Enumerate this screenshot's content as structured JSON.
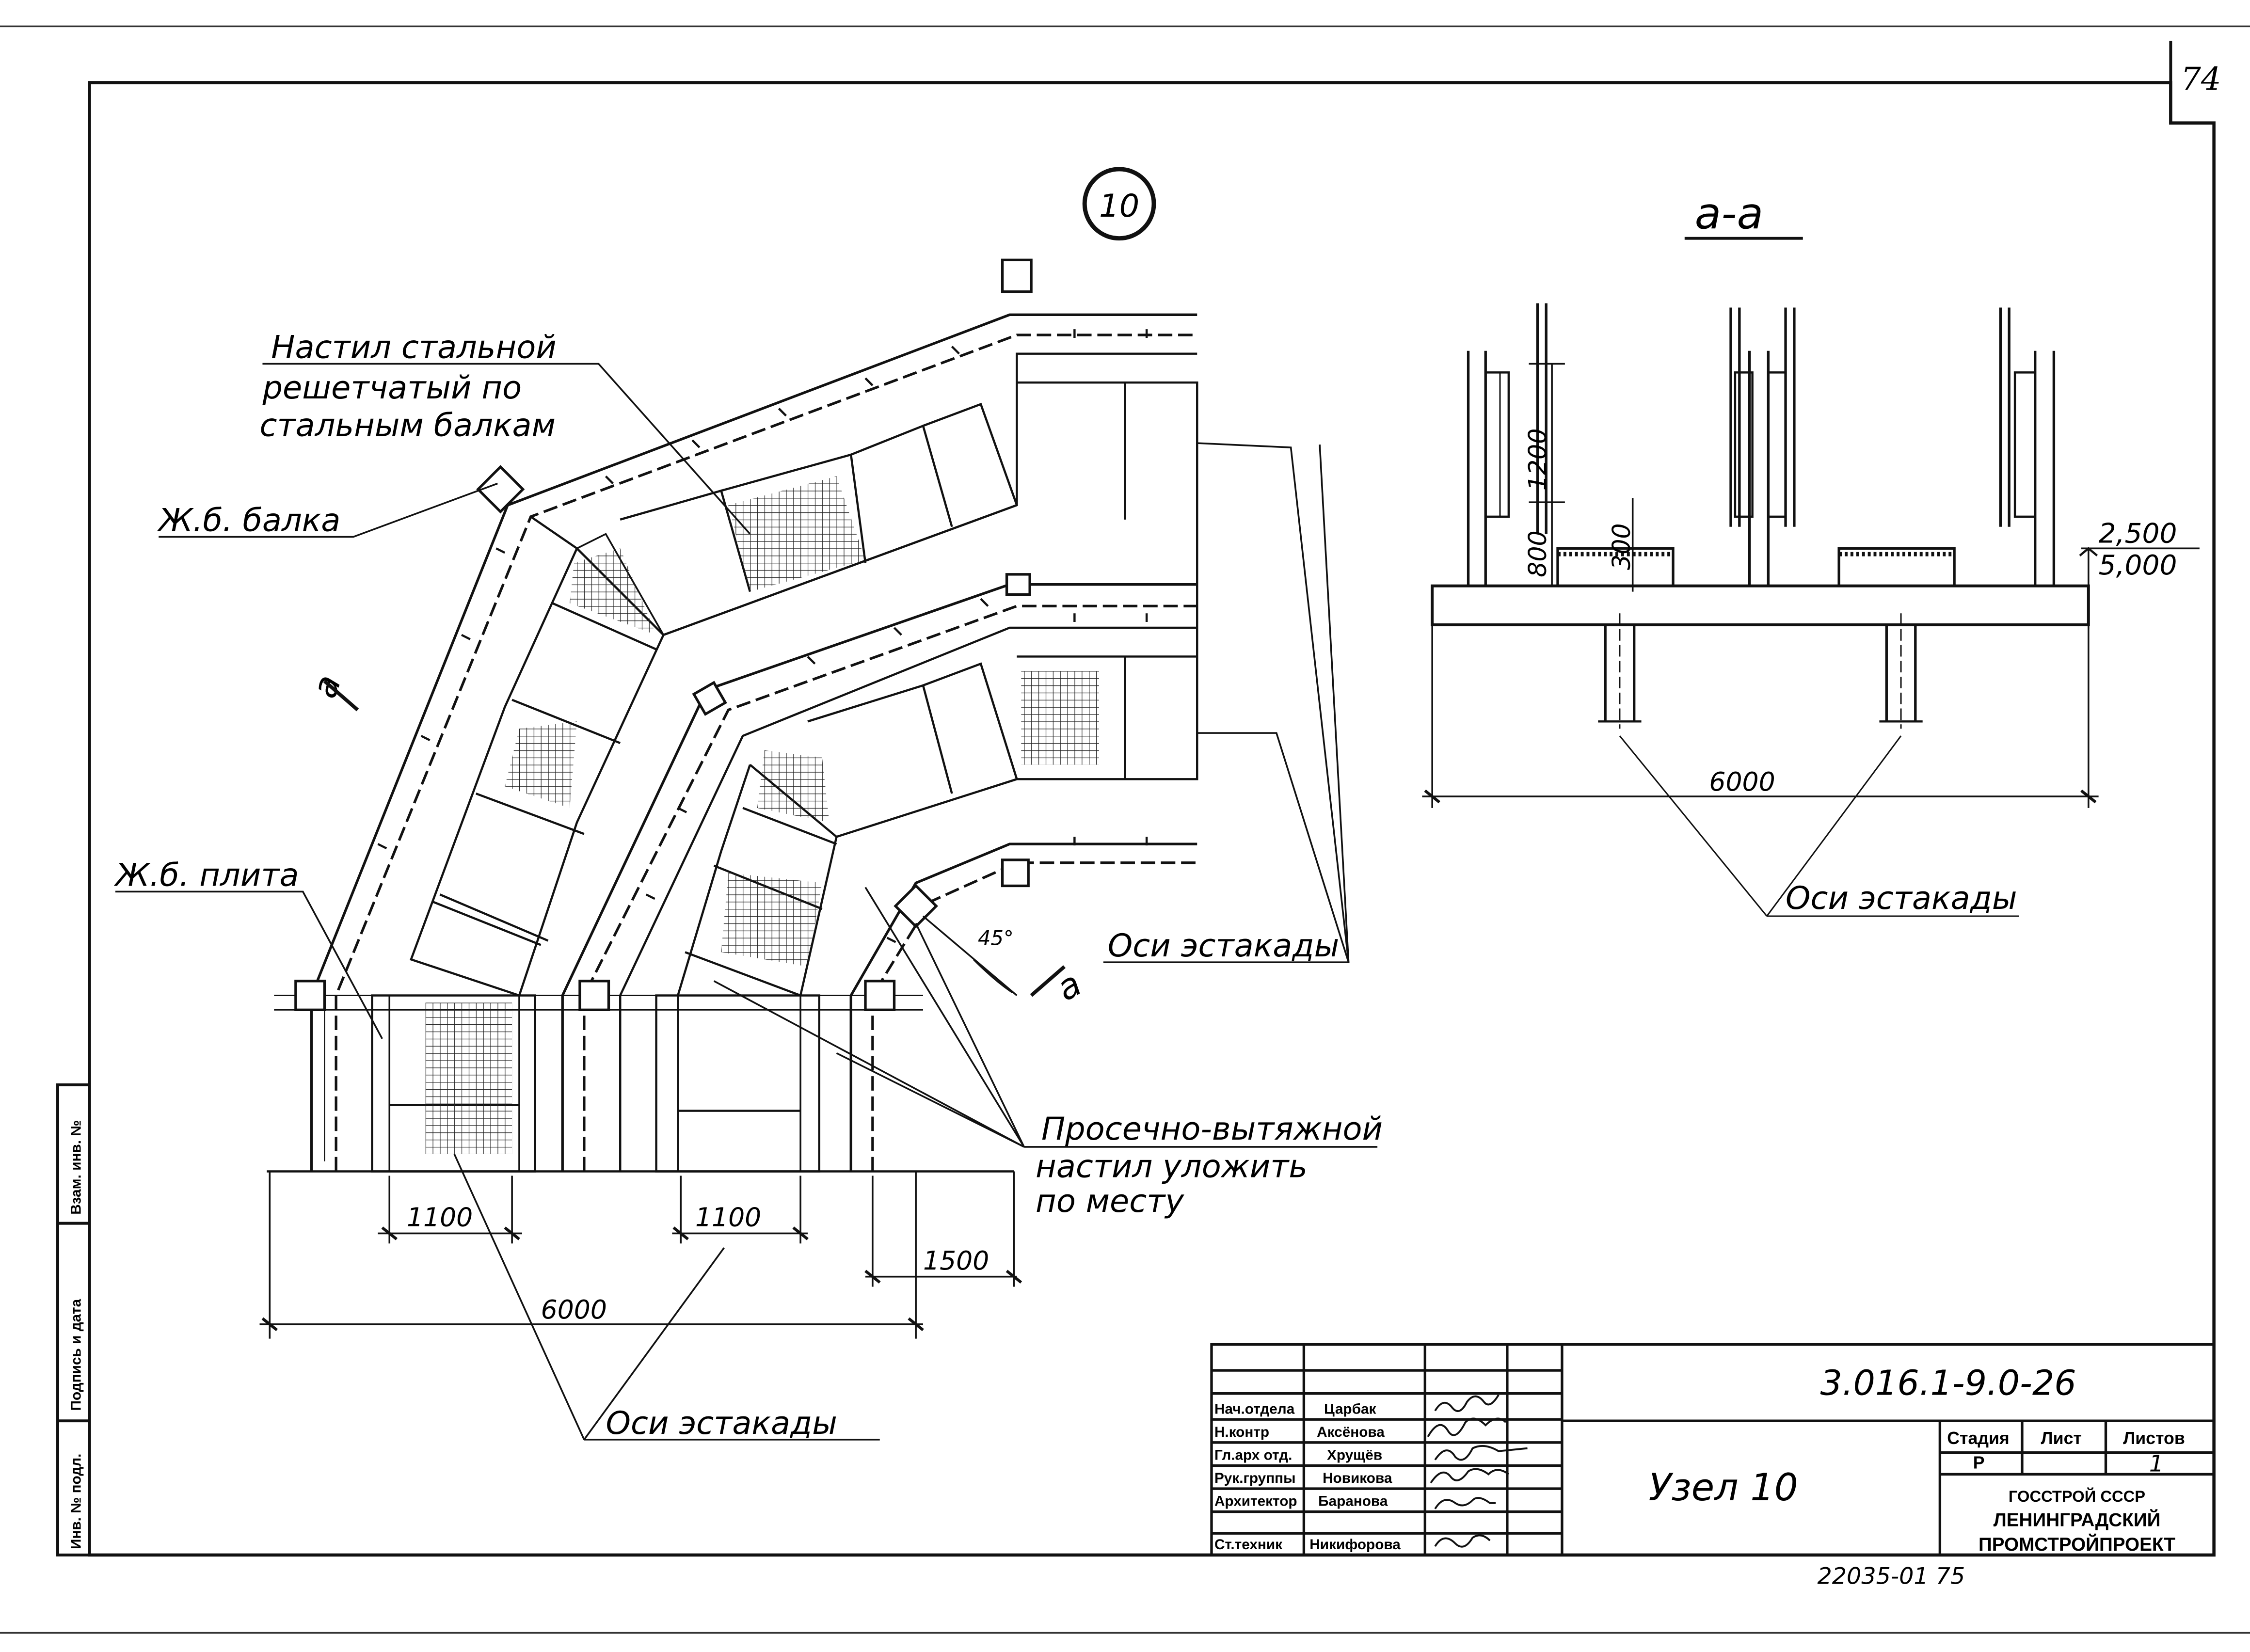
{
  "sheet_number": "74",
  "node_circle": "10",
  "section_title": "а-а",
  "section_marks": {
    "left": "а",
    "right": "а"
  },
  "labels": {
    "deck_line1": "Настил стальной",
    "deck_line2": "решетчатый по",
    "deck_line3": "стальным балкам",
    "rc_beam": "Ж.б. балка",
    "rc_slab": "Ж.б. плита",
    "angle": "45°",
    "axes_right": "Оси эстакады",
    "expanded_line1": "Просечно-вытяжной",
    "expanded_line2": "настил уложить",
    "expanded_line3": "по месту",
    "axes_bottom": "Оси эстакады",
    "axes_section": "Оси эстакады"
  },
  "dimensions": {
    "plan_width_left": "1100",
    "plan_width_mid": "1100",
    "plan_offset": "1500",
    "plan_span": "6000",
    "section_height_upper": "1200",
    "section_height_lower": "800",
    "section_deck": "300",
    "section_span": "6000",
    "level_top": "2,500",
    "level_bottom": "5,000"
  },
  "side_stamp": [
    "Инв. № подл.",
    "Подпись и дата",
    "Взам. инв. №"
  ],
  "title_block": {
    "doc_code": "3.016.1-9.0-26",
    "title": "Узел 10",
    "stage_header": "Стадия",
    "sheet_header": "Лист",
    "sheets_header": "Листов",
    "stage": "Р",
    "sheet": "",
    "sheets": "1",
    "org_line1": "ГОССТРОЙ СССР",
    "org_line2": "ЛЕНИНГРАДСКИЙ",
    "org_line3": "ПРОМСТРОЙПРОЕКТ",
    "signatures": [
      {
        "role": "Нач.отдела",
        "name": "Царбак"
      },
      {
        "role": "Н.контр",
        "name": "Аксёнова"
      },
      {
        "role": "Гл.арх отд.",
        "name": "Хрущёв"
      },
      {
        "role": "Рук.группы",
        "name": "Новикова"
      },
      {
        "role": "Архитектор",
        "name": "Баранова"
      },
      {
        "role": "Ст.техник",
        "name": "Никифорова"
      }
    ]
  },
  "footer_code": "22035-01 75"
}
